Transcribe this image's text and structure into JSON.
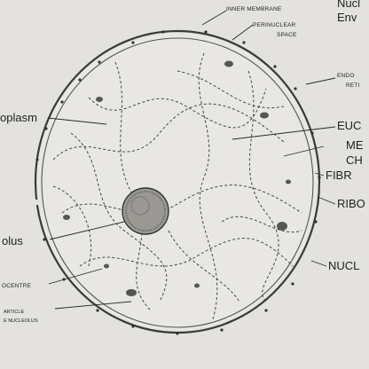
{
  "diagram": {
    "labels": {
      "nuc_top": "Nucl",
      "envelope_top": "Env",
      "inner_membrane": "INNER MEMBRANE",
      "perinuclear": "PERINUCLEAR",
      "space": "SPACE",
      "endo_1": "ENDO",
      "endo_2": "RETI",
      "nucleoplasm": "oplasm",
      "euchromatin": "EUC",
      "metaphase_1": "ME",
      "metaphase_2": "CH",
      "fibril": "FIBR",
      "ribosome": "RIBO",
      "nucleolus": "olus",
      "nuclear_pore": "NUCL",
      "centre": "OCENTRE",
      "bottom_1": "ARTICLE",
      "bottom_2": "E NUCLEOLUS"
    }
  }
}
